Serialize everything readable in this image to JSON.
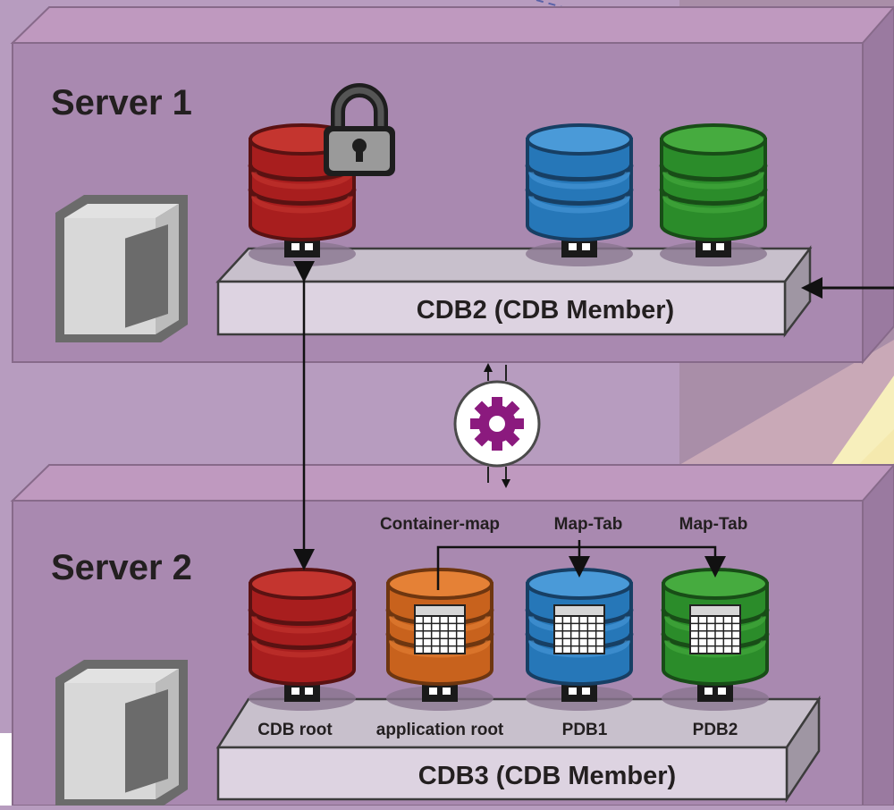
{
  "servers": [
    {
      "title": "Server 1",
      "cdb_label": "CDB2  (CDB Member)",
      "databases": [
        {
          "color": "red",
          "icon": "lock-icon"
        },
        {
          "color": "blue"
        },
        {
          "color": "green"
        }
      ]
    },
    {
      "title": "Server 2",
      "cdb_label": "CDB3  (CDB Member)",
      "databases": [
        {
          "color": "red",
          "label": "CDB root"
        },
        {
          "color": "orange",
          "label": "application root",
          "table_tag": "Container-map"
        },
        {
          "color": "blue",
          "label": "PDB1",
          "table_tag": "Map-Tab"
        },
        {
          "color": "green",
          "label": "PDB2",
          "table_tag": "Map-Tab"
        }
      ]
    }
  ],
  "colors": {
    "red": [
      "#c4352f",
      "#a81e1e",
      "#5a1212"
    ],
    "blue": [
      "#4a9ad8",
      "#2677b8",
      "#173f64"
    ],
    "green": [
      "#46ab3f",
      "#2b8c2a",
      "#184d17"
    ],
    "orange": [
      "#e58136",
      "#c8621d",
      "#6e3610"
    ],
    "sync_gear": "#8b1a7e",
    "background": "#b79cbf"
  },
  "icons": [
    "server-tower-icon",
    "lock-icon",
    "sync-gear-icon",
    "table-grid-icon"
  ]
}
